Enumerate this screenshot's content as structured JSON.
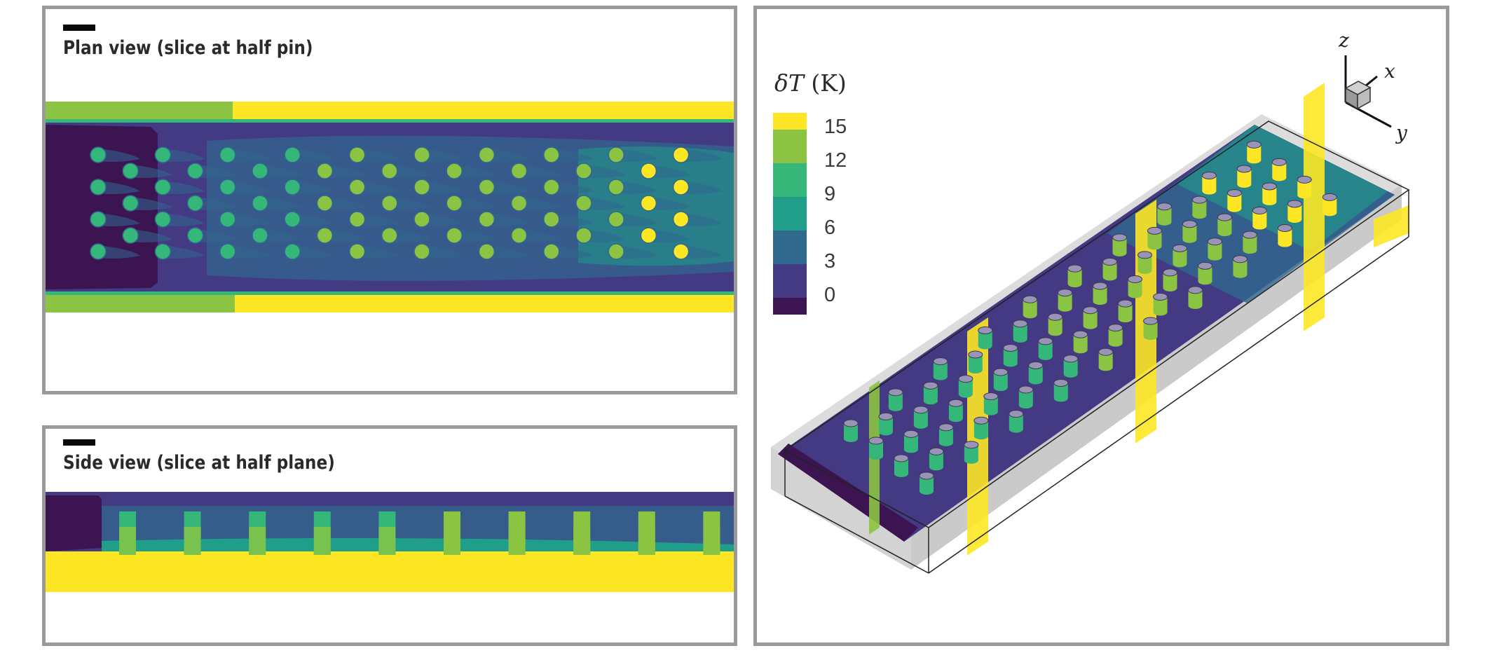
{
  "plan_view": {
    "title": "Plan view (slice at half pin)"
  },
  "side_view": {
    "title": "Side view (slice at half plane)"
  },
  "legend": {
    "quantity_symbol": "δT",
    "unit": "(K)",
    "ticks": [
      "15",
      "12",
      "9",
      "6",
      "3",
      "0"
    ],
    "colors": [
      "#fde725",
      "#8bc443",
      "#35b779",
      "#1f9e89",
      "#31688e",
      "#443983",
      "#3d1452"
    ]
  },
  "axes": {
    "x": "x",
    "y": "y",
    "z": "z"
  }
}
